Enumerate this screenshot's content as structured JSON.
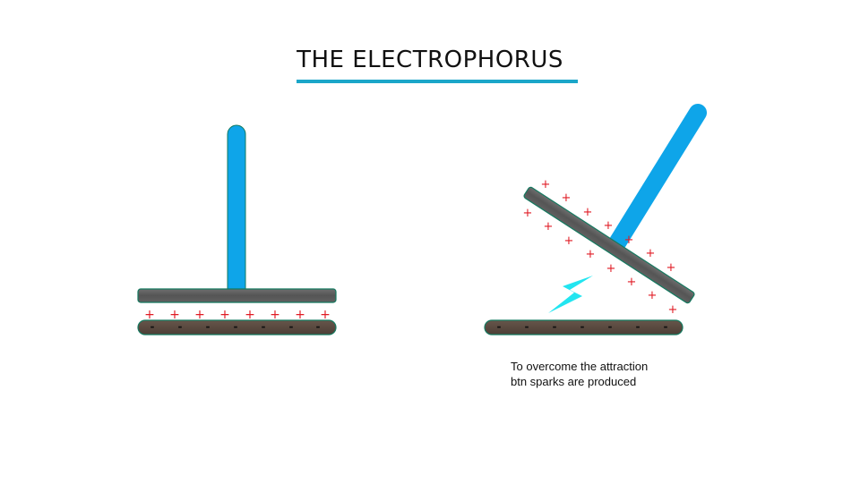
{
  "title": "THE ELECTROPHORUS",
  "caption": {
    "line1": "To overcome the attraction",
    "line2": "btn sparks are produced"
  },
  "charges": {
    "positive": "+",
    "negative": "-"
  },
  "colors": {
    "accent": "#1ba6c9",
    "handle": "#0ea5e9",
    "handle_outline": "#14795f",
    "metal_plate": "#5a5a5a",
    "base_plate": "#5a4a40",
    "positive_charge": "#e01b24",
    "negative_charge": "#111111",
    "spark": "#22e5f0"
  },
  "icons": {
    "spark": "lightning-spark-icon"
  }
}
